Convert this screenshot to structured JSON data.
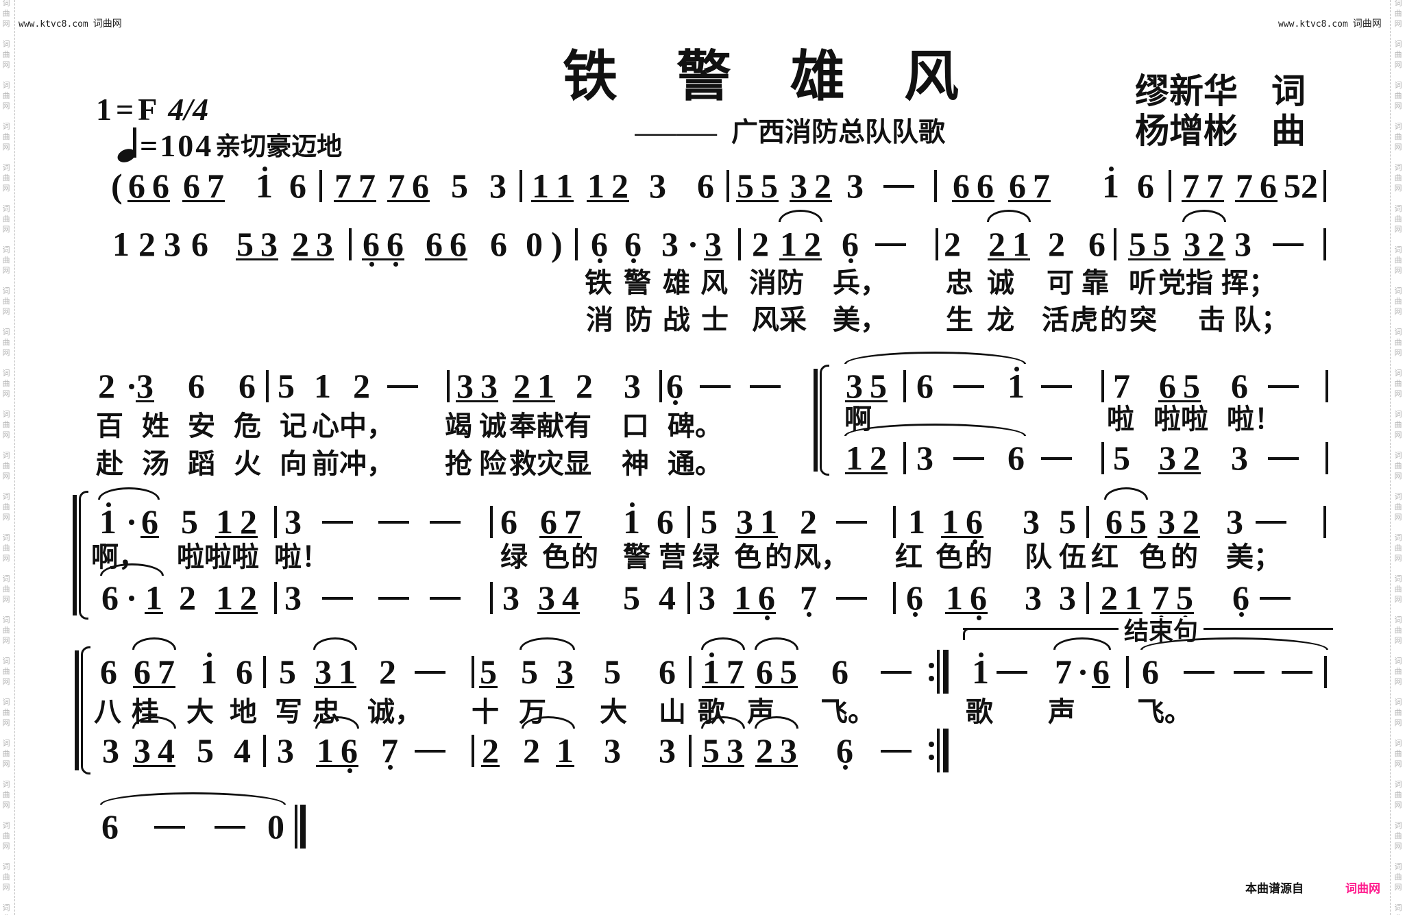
{
  "watermark": {
    "site_url": "www.ktvc8.com",
    "site_name": "词曲网",
    "side_text": "词曲网"
  },
  "header": {
    "title": "铁警雄风",
    "subtitle_prefix": "——",
    "subtitle": "广西消防总队队歌",
    "lyricist": {
      "name": "缪新华",
      "role": "词"
    },
    "composer": {
      "name": "杨增彬",
      "role": "曲"
    },
    "key_signature": "1=F",
    "time_signature": "4/4",
    "tempo": {
      "note_icon": "quarter-note",
      "bpm": "=104",
      "expression": "亲切豪迈地"
    }
  },
  "score": {
    "line_1_melody": {
      "tokens": [
        "(",
        "66_",
        "67_",
        "1'",
        "6",
        "|",
        "77_",
        "76_",
        "5",
        "3",
        "|",
        "11_",
        "12_",
        "3",
        "6",
        "|",
        "55_",
        "32_",
        "3",
        "—",
        "|",
        "66_",
        "67_",
        "1'",
        "6",
        "|",
        "77_",
        "76_",
        "5",
        "2",
        "|"
      ],
      "slurs": []
    },
    "line_2_melody": {
      "tokens": [
        "1",
        "2",
        "3",
        "6",
        "53_",
        "23_",
        "|",
        "6,6,_",
        "66_",
        "6",
        "0",
        ")",
        "|",
        "6,",
        "6,",
        "3",
        "·",
        "3_",
        "|",
        "2",
        "12_",
        "6,",
        "—",
        "|",
        "2",
        "21_",
        "2",
        "6",
        "|",
        "55_",
        "32_",
        "3",
        "—",
        "|"
      ],
      "slurs": [
        [
          20,
          20
        ],
        [
          25,
          25
        ],
        [
          30,
          30
        ]
      ]
    },
    "line_2_lyrics_verse_1": "铁警雄风消防兵，忠诚可靠听党指挥；",
    "line_2_lyrics_verse_2": "消防战士风采美，生龙活虎的突击队；",
    "line_3_melody": {
      "tokens": [
        "2",
        "·",
        "3_",
        "6",
        "6",
        "|",
        "5",
        "1",
        "2",
        "—",
        "|",
        "33_",
        "21_",
        "2",
        "3",
        "|",
        "6,",
        "—",
        "—"
      ],
      "slurs": []
    },
    "line_3_lyrics_verse_1": "百姓安危记心中，竭诚奉献有口碑。",
    "line_3_lyrics_verse_2": "赴汤蹈火向前冲，抢险救灾显神通。",
    "line_3_chorus_upper": {
      "tokens": [
        "35_",
        "|",
        "6",
        "—",
        "1'",
        "—",
        "|",
        "7",
        "65_",
        "6",
        "—",
        "|"
      ],
      "slurs": [
        [
          0,
          4
        ]
      ]
    },
    "line_3_chorus_lyrics": "啊啦啦啦啦！",
    "line_3_chorus_lower": {
      "tokens": [
        "12_",
        "|",
        "3",
        "—",
        "6",
        "—",
        "|",
        "5",
        "32_",
        "3",
        "—",
        "|"
      ],
      "slurs": [
        [
          0,
          4
        ]
      ]
    },
    "line_4_upper": {
      "tokens": [
        "1'",
        "·",
        "6_",
        "5",
        "12_",
        "|",
        "3",
        "—",
        "—",
        "—",
        "|",
        "6",
        "67_",
        "1'",
        "6",
        "|",
        "5",
        "31_",
        "2",
        "—",
        "|",
        "1",
        "16,_",
        "3",
        "5",
        "|",
        "65_",
        "32_",
        "3",
        "—",
        "|"
      ],
      "slurs": [
        [
          0,
          2
        ],
        [
          26,
          26
        ]
      ]
    },
    "line_4_lyrics": "啊，啦啦啦啦！绿色的警营绿色的风，红色的队伍红色的美；",
    "line_4_lower": {
      "tokens": [
        "6",
        "·",
        "1_",
        "2",
        "12_",
        "|",
        "3",
        "—",
        "—",
        "—",
        "|",
        "3",
        "34_",
        "5",
        "4",
        "|",
        "3",
        "16,_",
        "7,",
        "—",
        "|",
        "6,",
        "16,_",
        "3",
        "3",
        "|",
        "21_",
        "7,5,_",
        "6,",
        "—"
      ],
      "slurs": [
        [
          0,
          2
        ]
      ]
    },
    "line_5_upper": {
      "tokens": [
        "6",
        "67_",
        "1'",
        "6",
        "|",
        "5",
        "31_",
        "2",
        "—",
        "|",
        "5_",
        "5",
        "3_",
        "5",
        "6",
        "|",
        "1'7_",
        "65_",
        "6",
        "—",
        ":‖",
        "1'",
        "—",
        "7",
        "·",
        "6_",
        "|",
        "6",
        "—",
        "—",
        "—",
        "|"
      ],
      "slurs": [
        [
          1,
          1
        ],
        [
          6,
          6
        ],
        [
          11,
          12
        ],
        [
          16,
          16
        ],
        [
          17,
          17
        ],
        [
          23,
          25
        ],
        [
          27,
          31
        ]
      ]
    },
    "line_5_lyrics": "八桂大地写忠诚，十万大山歌声飞。歌声飞。",
    "line_5_lower": {
      "tokens": [
        "3",
        "34_",
        "5",
        "4",
        "|",
        "3",
        "16,_",
        "7,",
        "—",
        "|",
        "2_",
        "2",
        "1_",
        "3",
        "3",
        "|",
        "53_",
        "23_",
        "6,",
        "—",
        ":‖"
      ],
      "slurs": [
        [
          1,
          1
        ],
        [
          6,
          6
        ],
        [
          11,
          12
        ],
        [
          16,
          16
        ],
        [
          17,
          17
        ]
      ]
    },
    "line_6_ending": {
      "tokens": [
        "6",
        "—",
        "—",
        "0",
        "‖"
      ],
      "slurs": [
        [
          0,
          3
        ]
      ]
    }
  },
  "labels": {
    "coda": "结束句"
  },
  "footer": {
    "source_label": "本曲谱源自",
    "source_site": "词曲网",
    "source_site_color": "#ff1a8c"
  }
}
